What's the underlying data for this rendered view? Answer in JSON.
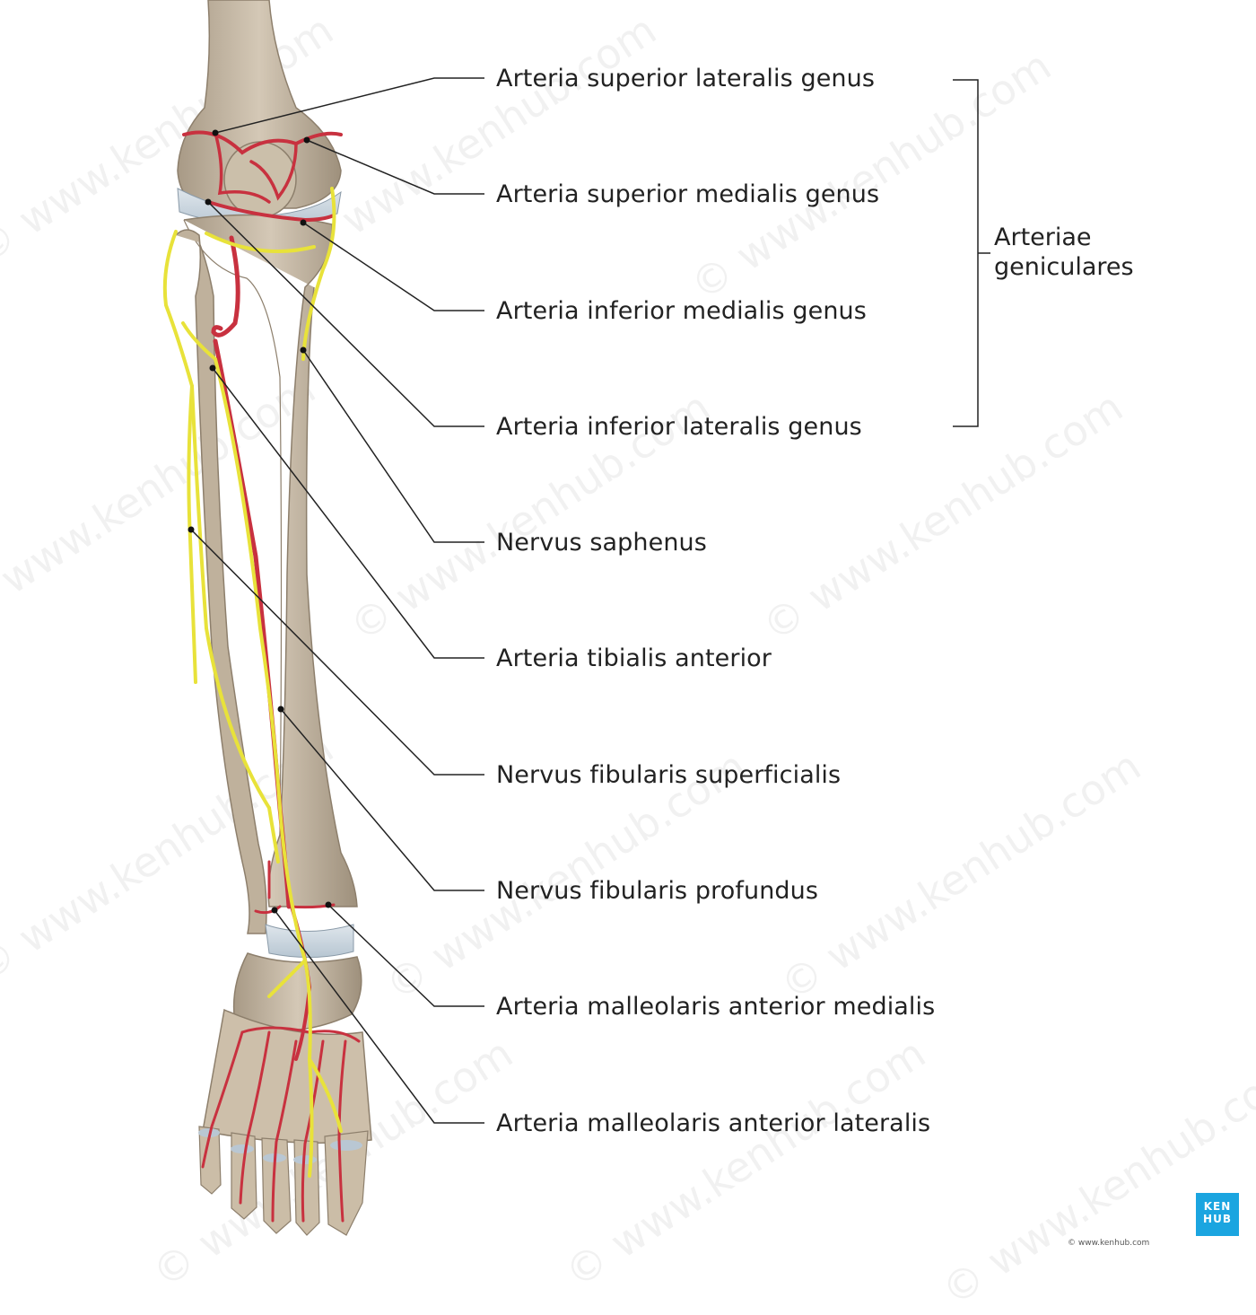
{
  "labels": [
    {
      "id": "sup-lat",
      "text": "Arteria superior lateralis genus"
    },
    {
      "id": "sup-med",
      "text": "Arteria superior medialis genus"
    },
    {
      "id": "inf-med",
      "text": "Arteria inferior medialis genus"
    },
    {
      "id": "inf-lat",
      "text": "Arteria inferior lateralis genus"
    },
    {
      "id": "saphenus",
      "text": "Nervus saphenus"
    },
    {
      "id": "tib-ant",
      "text": "Arteria tibialis anterior"
    },
    {
      "id": "fib-sup",
      "text": "Nervus fibularis superficialis"
    },
    {
      "id": "fib-prof",
      "text": "Nervus fibularis profundus"
    },
    {
      "id": "mall-med",
      "text": "Arteria malleolaris anterior medialis"
    },
    {
      "id": "mall-lat",
      "text": "Arteria malleolaris anterior lateralis"
    }
  ],
  "group": {
    "line1": "Arteriae",
    "line2": "geniculares"
  },
  "watermark": "© www.kenhub.com",
  "badge": {
    "line1": "KEN",
    "line2": "HUB"
  },
  "copyright": "© www.kenhub.com",
  "colors": {
    "artery": "#c8313f",
    "nerve": "#e8e23a",
    "bone": "#c9bba6",
    "leader": "#222222",
    "badge": "#1ba5e0"
  }
}
